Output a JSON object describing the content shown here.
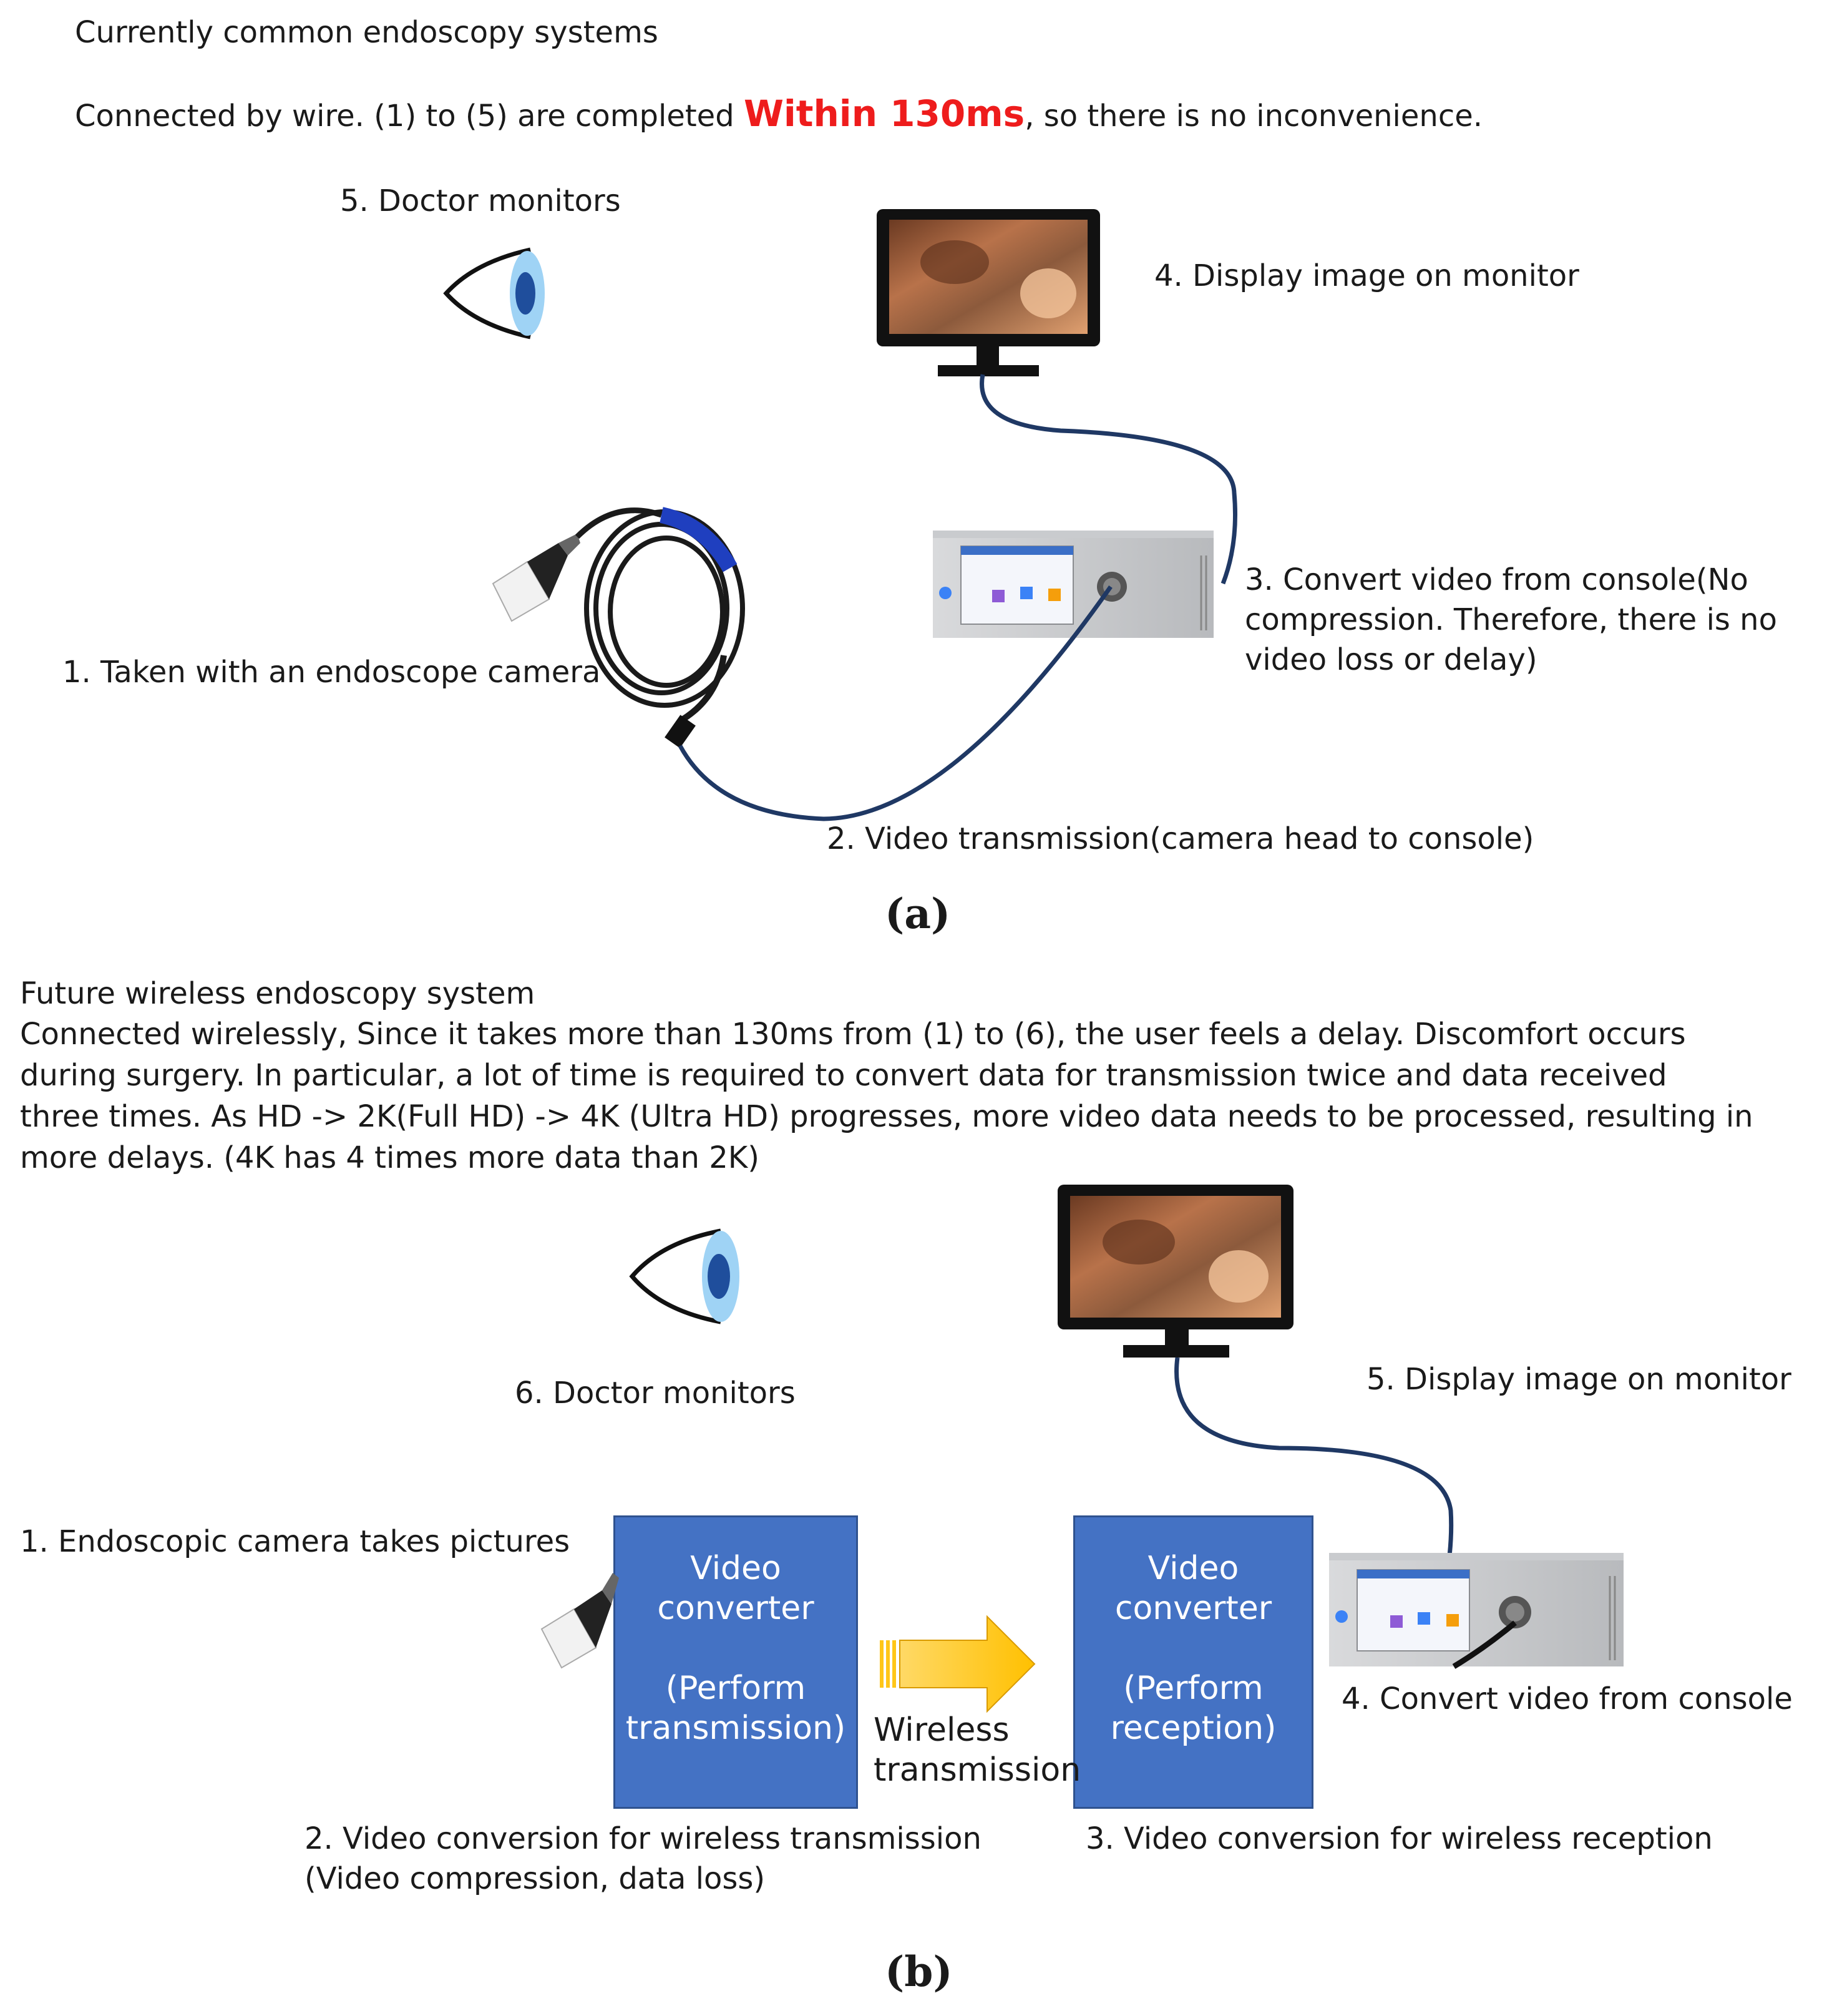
{
  "panel_a": {
    "title": "Currently common endoscopy systems",
    "intro_before": "Connected by wire. (1) to (5) are completed ",
    "intro_highlight": "Within 130ms",
    "intro_after": ", so there is no inconvenience.",
    "step5": "5. Doctor monitors",
    "step4": "4. Display image on monitor",
    "step3": "3. Convert video from console(No compression. Therefore, there is no video loss or delay)",
    "step1": "1. Taken with an endoscope camera",
    "step2": "2. Video transmission(camera  head to console)",
    "label": "(a)"
  },
  "panel_b": {
    "title": "Future wireless endoscopy system",
    "description": "Connected wirelessly, Since it takes more than 130ms from (1) to (6), the user feels a delay. Discomfort occurs during surgery. In particular, a lot of time is required to convert data for transmission twice and data received three times. As HD -> 2K(Full HD) -> 4K (Ultra HD) progresses, more video data needs to be processed, resulting in more delays. (4K has 4 times more data than 2K)",
    "step6": "6. Doctor monitors",
    "step5": "5. Display image on monitor",
    "step1": "1. Endoscopic camera takes pictures",
    "step4": "4. Convert video from console",
    "converter_tx": {
      "line1": "Video",
      "line2": "converter",
      "line3": "(Perform",
      "line4": "transmission)"
    },
    "converter_rx": {
      "line1": "Video",
      "line2": "converter",
      "line3": "(Perform",
      "line4": "reception)"
    },
    "wireless_line1": "Wireless",
    "wireless_line2": "transmission",
    "step2_line1": "2. Video conversion for wireless transmission",
    "step2_line2": "(Video compression, data loss)",
    "step3": "3. Video conversion for wireless reception",
    "label": "(b)"
  },
  "colors": {
    "highlight": "#ee1c1c",
    "box_fill": "#4472c4",
    "cable": "#1f3864",
    "arrow": "#ffc000",
    "eye_iris": "#5aa9e6"
  },
  "icons": [
    "eye-icon",
    "monitor-icon",
    "console-icon",
    "endoscope-camera-icon",
    "cable-coil-icon",
    "wireless-arrow-icon"
  ]
}
